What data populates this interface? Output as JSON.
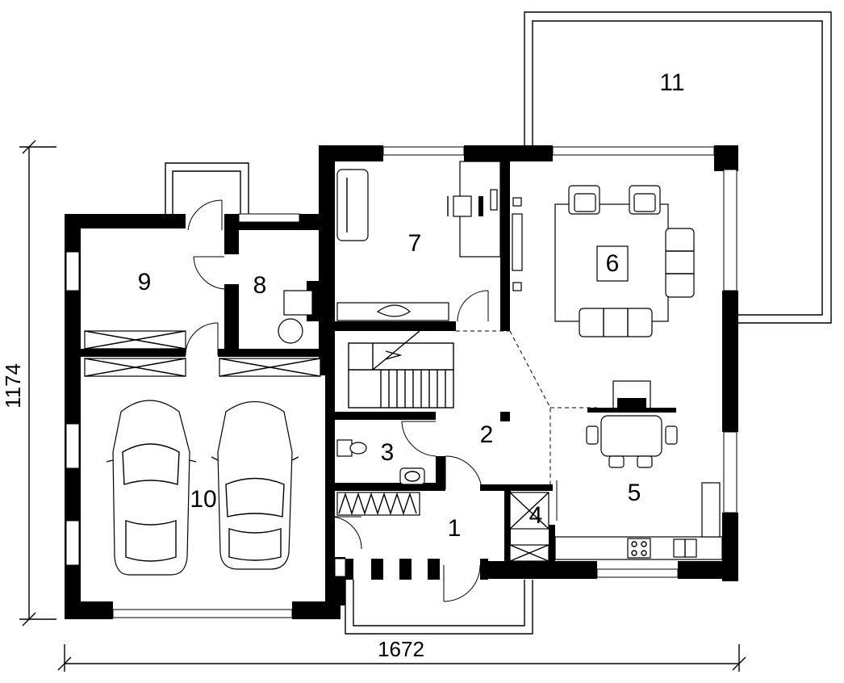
{
  "floor_plan": {
    "rooms": [
      {
        "id": "room-1",
        "label": "1"
      },
      {
        "id": "room-2",
        "label": "2"
      },
      {
        "id": "room-3",
        "label": "3"
      },
      {
        "id": "room-4",
        "label": "4"
      },
      {
        "id": "room-5",
        "label": "5"
      },
      {
        "id": "room-6",
        "label": "6"
      },
      {
        "id": "room-7",
        "label": "7"
      },
      {
        "id": "room-8",
        "label": "8"
      },
      {
        "id": "room-9",
        "label": "9"
      },
      {
        "id": "room-10",
        "label": "10"
      },
      {
        "id": "room-11",
        "label": "11"
      }
    ],
    "dimensions": {
      "width": "1672",
      "height": "1174"
    }
  }
}
